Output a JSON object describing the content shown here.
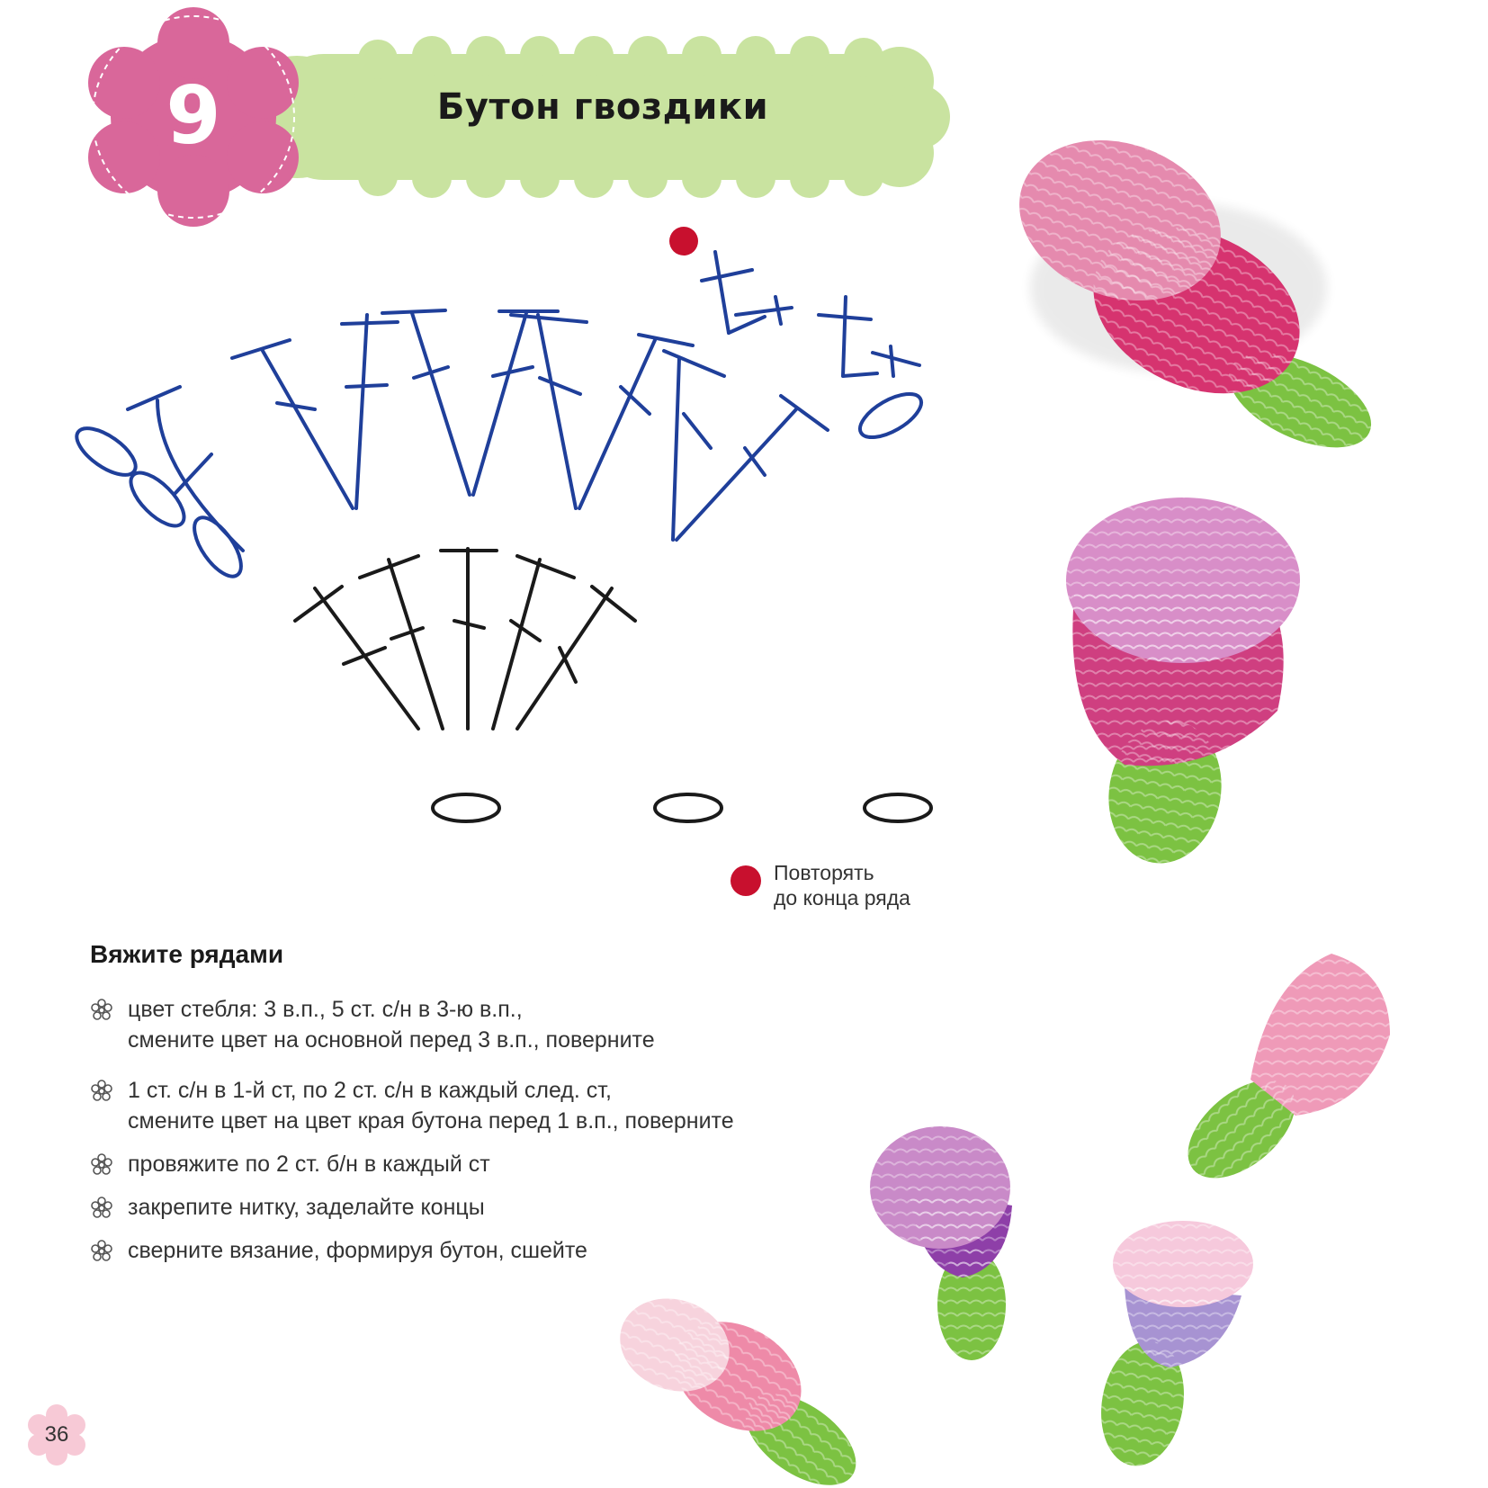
{
  "header": {
    "step_number": "9",
    "title": "Бутон гвоздики",
    "badge_color": "#d9679a",
    "banner_color": "#c9e3a0"
  },
  "diagram": {
    "ink_top_rows": "#1f3f9a",
    "ink_base_row": "#1a1a1a",
    "marker_color": "#c8102e"
  },
  "legend": {
    "line1": "Повторять",
    "line2": "до конца ряда"
  },
  "instructions": {
    "title": "Вяжите рядами",
    "bullet_icon": "flower-bullet-icon",
    "steps": [
      {
        "lines": [
          "цвет стебля: 3 в.п., 5 ст. с/н в 3-ю в.п.,",
          "смените цвет на основной перед 3 в.п., поверните"
        ]
      },
      {
        "lines": [
          "1 ст. с/н в 1-й ст, по 2 ст. с/н в каждый след. ст,",
          "смените цвет на цвет края бутона перед 1 в.п., поверните"
        ]
      },
      {
        "lines": [
          "провяжите по 2 ст. б/н в каждый ст"
        ]
      },
      {
        "lines": [
          "закрепите нитку, заделайте концы"
        ]
      },
      {
        "lines": [
          "сверните вязание, формируя бутон, сшейте"
        ]
      }
    ]
  },
  "photos": [
    {
      "name": "bud-large-top",
      "colors": [
        "#e58aae",
        "#d6336f",
        "#7cc242"
      ]
    },
    {
      "name": "bud-large-middle",
      "colors": [
        "#d88ec8",
        "#cf3f80",
        "#7cc242"
      ]
    },
    {
      "name": "bud-pink-right",
      "colors": [
        "#ef9ab8",
        "#7cc242"
      ]
    },
    {
      "name": "bud-purple",
      "colors": [
        "#c98ac8",
        "#8e3fa8",
        "#7cc242"
      ]
    },
    {
      "name": "bud-lavender",
      "colors": [
        "#f6c9dc",
        "#a793d2",
        "#7cc242"
      ]
    },
    {
      "name": "bud-light-pink",
      "colors": [
        "#f7d3dd",
        "#ee8aa8",
        "#7cc242"
      ]
    }
  ],
  "page": {
    "number": "36",
    "badge_color": "#f7c9d6"
  }
}
